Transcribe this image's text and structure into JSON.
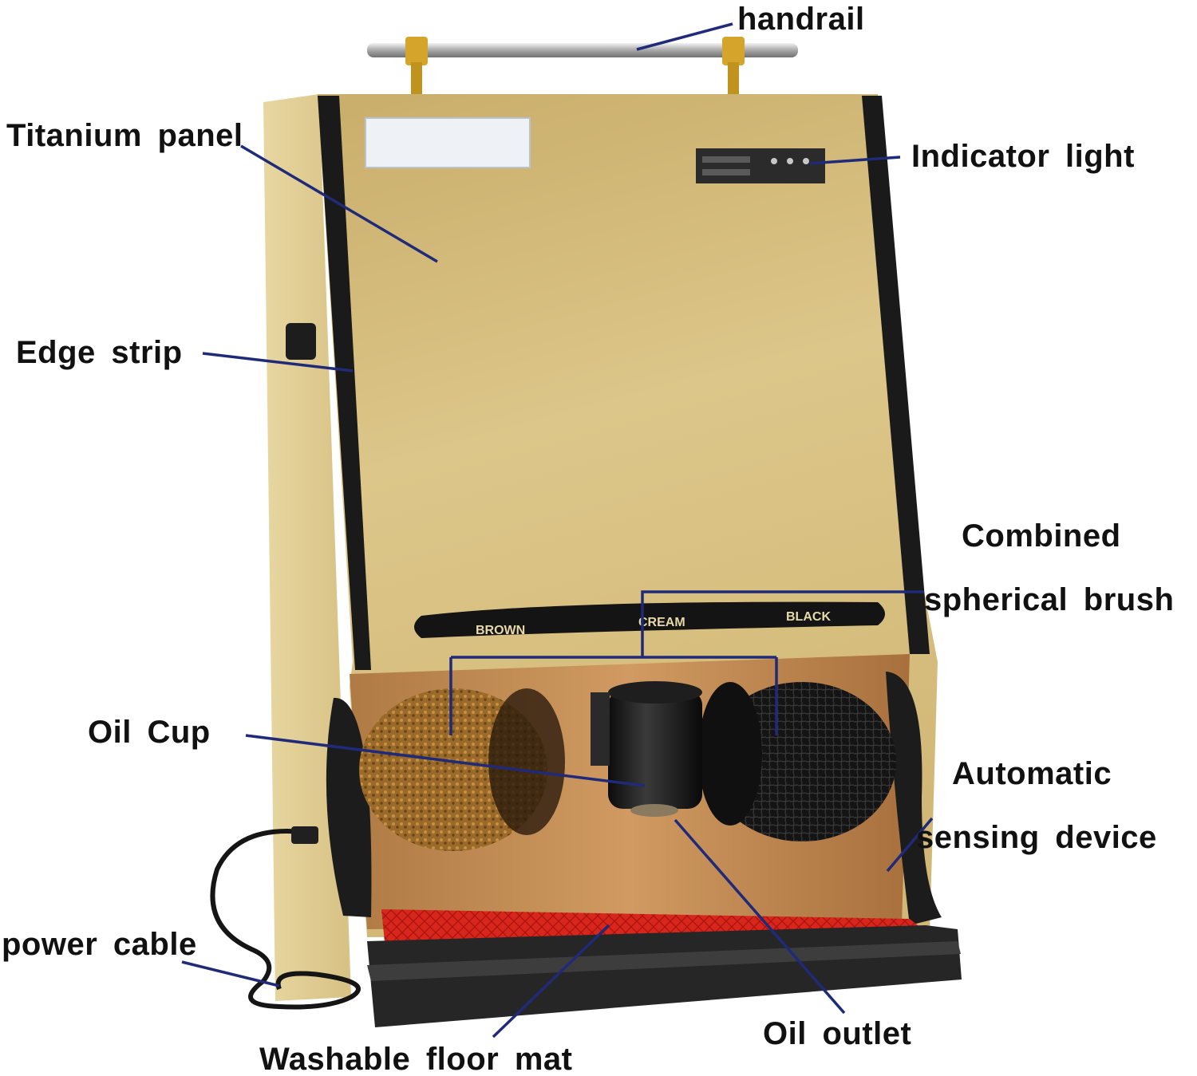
{
  "labels": {
    "handrail": "handrail",
    "titanium_panel": "Titanium panel",
    "indicator_light": "Indicator light",
    "edge_strip": "Edge strip",
    "combined_line1": "Combined",
    "combined_line2": "spherical brush",
    "oil_cup": "Oil Cup",
    "automatic_line1": "Automatic",
    "automatic_line2": "sensing device",
    "power_cable": "power cable",
    "oil_outlet": "Oil outlet",
    "washable_floor_mat": "Washable floor mat"
  },
  "strip": {
    "brown": "BROWN",
    "cream": "CREAM",
    "black": "BLACK"
  },
  "colors": {
    "leader_line": "#1f2a78",
    "panel_gold": "#d6bf7c",
    "edge_black": "#1a1a1a",
    "mat_red": "#d8261c",
    "brush_brown": "#9a6a2a"
  }
}
